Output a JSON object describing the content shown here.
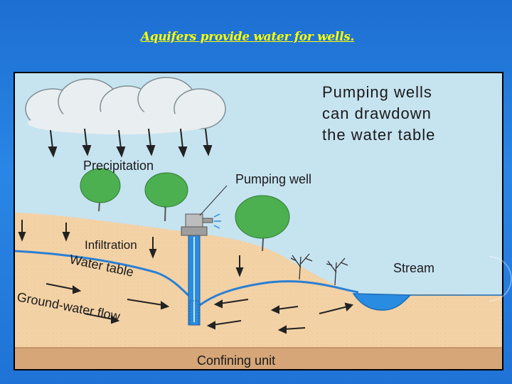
{
  "slide": {
    "title": "Aquifers provide water for wells."
  },
  "diagram": {
    "caption_line1": "Pumping wells",
    "caption_line2": "can drawdown",
    "caption_line3": "the water table",
    "label_precipitation": "Precipitation",
    "label_pumping_well": "Pumping well",
    "label_infiltration": "Infiltration",
    "label_water_table": "Water table",
    "label_stream": "Stream",
    "label_groundwater_flow": "Ground-water flow",
    "label_confining_unit": "Confining unit"
  },
  "colors": {
    "sky": "#c6e3f0",
    "soil": "#f3d2a6",
    "soil_dark": "#e8bd86",
    "confining": "#d6a678",
    "water": "#2a8ce0",
    "tree": "#4caf50",
    "title": "#ffff00",
    "background": "#1f73d6"
  }
}
